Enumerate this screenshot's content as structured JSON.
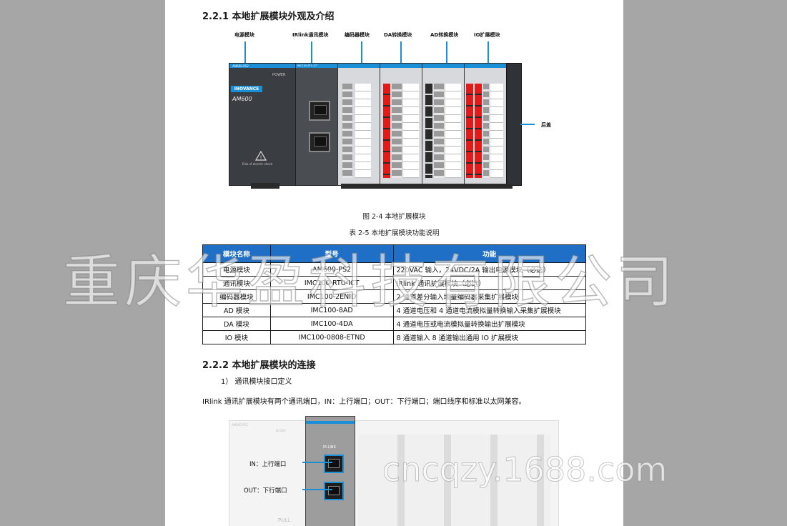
{
  "sections": {
    "s221": "2.2.1 本地扩展模块外观及介绍",
    "s222": "2.2.2 本地扩展模块的连接"
  },
  "figure": {
    "callouts": [
      "电源模块",
      "IRlink通讯模块",
      "编码器模块",
      "DA转换模块",
      "AD转换模块",
      "IO扩展模块"
    ],
    "rear_cover": "后盖",
    "caption": "图 2-4  本地扩展模块",
    "brand": "INOVANCE",
    "model_label": "AM600",
    "power_label": "POWER",
    "power_model": "AM600-PS2",
    "irlink_model": "IMC100-RTU-ICT",
    "shock_text": "Risk of electric shock"
  },
  "table": {
    "caption": "表 2-5 本地扩展模块功能说明",
    "headers": [
      "模块名称",
      "型号",
      "功能"
    ],
    "rows": [
      [
        "电源模块",
        "AM600-PS2",
        "220VAC 输入，24VDC/2A 输出电源模块（必选）"
      ],
      [
        "通讯模块",
        "IMC100-RTU-ICT",
        "IRlink 通讯扩展模块（必选）"
      ],
      [
        "编码器模块",
        "IMC100-2ENID",
        "2 通道差分输入增量编码器采集扩展模块"
      ],
      [
        "AD 模块",
        "IMC100-8AD",
        "4 通道电压和 4 通道电流模拟量转换输入采集扩展模块"
      ],
      [
        "DA 模块",
        "IMC100-4DA",
        "4 通道电压或电流模拟量转换输出扩展模块"
      ],
      [
        "IO 模块",
        "IMC100-0808-ETND",
        "8 通道输入 8 通道输出通用 IO 扩展模块"
      ]
    ]
  },
  "connection": {
    "item": "1）   通讯模块接口定义",
    "desc": "IRlink 通讯扩展模块有两个通讯端口，IN：上行端口；OUT：下行端口；端口线序和标准以太网兼容。",
    "in_label": "IN：上行端口",
    "out_label": "OUT：下行端口",
    "irlink_label": "IR-LINK",
    "pull_label": "PULL",
    "dc_label": "DC24V"
  },
  "watermarks": {
    "company": "重庆华盈科技有限公司",
    "site": "cncqzy.1688.com"
  },
  "colors": {
    "accent_blue": "#1b8fd6",
    "table_header": "#1f6fc6",
    "module_dark": "#3a3d42",
    "terminal_red": "#e11a1a"
  }
}
